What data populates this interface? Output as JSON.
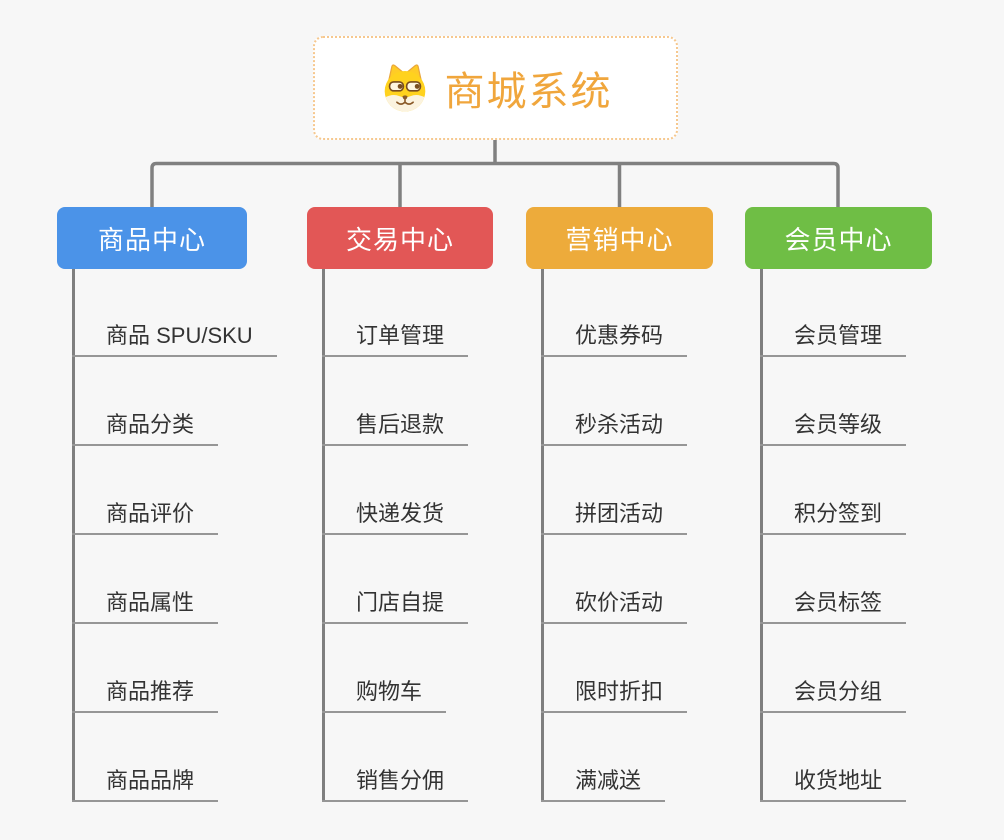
{
  "root": {
    "title": "商城系统",
    "icon": "dog-face-icon"
  },
  "colors": {
    "background": "#f7f7f7",
    "root_text": "#f0a63c",
    "root_border": "#f6c88f",
    "connector": "#808080",
    "leaf_text": "#333333",
    "leaf_underline": "#969696",
    "branch_text": "#ffffff"
  },
  "branches": [
    {
      "id": "product-center",
      "label": "商品中心",
      "color": "#4b93e8",
      "children": [
        "商品 SPU/SKU",
        "商品分类",
        "商品评价",
        "商品属性",
        "商品推荐",
        "商品品牌"
      ]
    },
    {
      "id": "trade-center",
      "label": "交易中心",
      "color": "#e25756",
      "children": [
        "订单管理",
        "售后退款",
        "快递发货",
        "门店自提",
        "购物车",
        "销售分佣"
      ]
    },
    {
      "id": "marketing-center",
      "label": "营销中心",
      "color": "#edab3b",
      "children": [
        "优惠券码",
        "秒杀活动",
        "拼团活动",
        "砍价活动",
        "限时折扣",
        "满减送"
      ]
    },
    {
      "id": "member-center",
      "label": "会员中心",
      "color": "#6fbe45",
      "children": [
        "会员管理",
        "会员等级",
        "积分签到",
        "会员标签",
        "会员分组",
        "收货地址"
      ]
    }
  ]
}
